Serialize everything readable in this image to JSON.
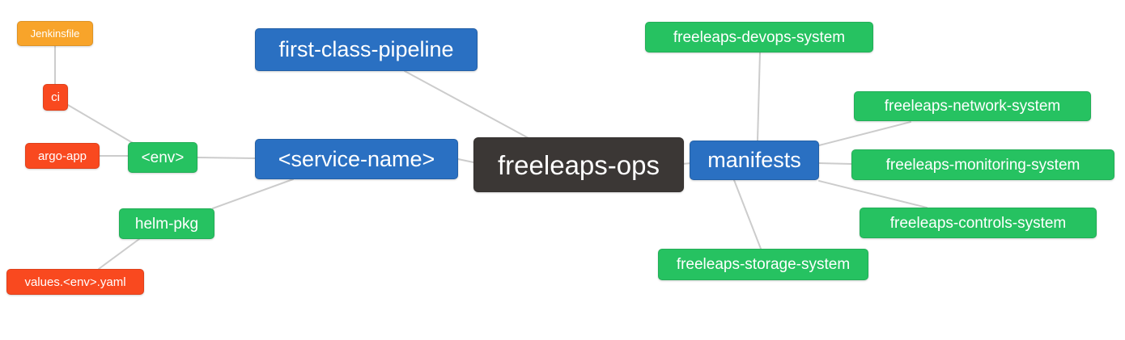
{
  "mindmap": {
    "root": "freeleaps-ops",
    "colors": {
      "blue": "#2a70c2",
      "green": "#26c261",
      "orange": "#f8a42a",
      "red": "#f9491f",
      "dark": "#3b3735",
      "edge": "#cccccc",
      "text": "#ffffff",
      "background": "#ffffff"
    },
    "nodes": {
      "freeleaps_ops": {
        "label": "freeleaps-ops",
        "color": "#3b3735"
      },
      "first_class_pipeline": {
        "label": "first-class-pipeline",
        "color": "#2a70c2"
      },
      "service_name": {
        "label": "<service-name>",
        "color": "#2a70c2"
      },
      "manifests": {
        "label": "manifests",
        "color": "#2a70c2"
      },
      "env": {
        "label": "<env>",
        "color": "#26c261"
      },
      "helm_pkg": {
        "label": "helm-pkg",
        "color": "#26c261"
      },
      "devops_system": {
        "label": "freeleaps-devops-system",
        "color": "#26c261"
      },
      "network_system": {
        "label": "freeleaps-network-system",
        "color": "#26c261"
      },
      "monitoring_system": {
        "label": "freeleaps-monitoring-system",
        "color": "#26c261"
      },
      "controls_system": {
        "label": "freeleaps-controls-system",
        "color": "#26c261"
      },
      "storage_system": {
        "label": "freeleaps-storage-system",
        "color": "#26c261"
      },
      "jenkinsfile": {
        "label": "Jenkinsfile",
        "color": "#f8a42a"
      },
      "ci": {
        "label": "ci",
        "color": "#f9491f"
      },
      "argo_app": {
        "label": "argo-app",
        "color": "#f9491f"
      },
      "values_env_yaml": {
        "label": "values.<env>.yaml",
        "color": "#f9491f"
      }
    },
    "edges": [
      [
        "jenkinsfile",
        "ci"
      ],
      [
        "ci",
        "env"
      ],
      [
        "argo_app",
        "env"
      ],
      [
        "env",
        "service_name"
      ],
      [
        "first_class_pipeline",
        "freeleaps_ops"
      ],
      [
        "service_name",
        "freeleaps_ops"
      ],
      [
        "service_name",
        "helm_pkg"
      ],
      [
        "helm_pkg",
        "values_env_yaml"
      ],
      [
        "freeleaps_ops",
        "manifests"
      ],
      [
        "manifests",
        "devops_system"
      ],
      [
        "manifests",
        "network_system"
      ],
      [
        "manifests",
        "monitoring_system"
      ],
      [
        "manifests",
        "controls_system"
      ],
      [
        "manifests",
        "storage_system"
      ]
    ]
  }
}
